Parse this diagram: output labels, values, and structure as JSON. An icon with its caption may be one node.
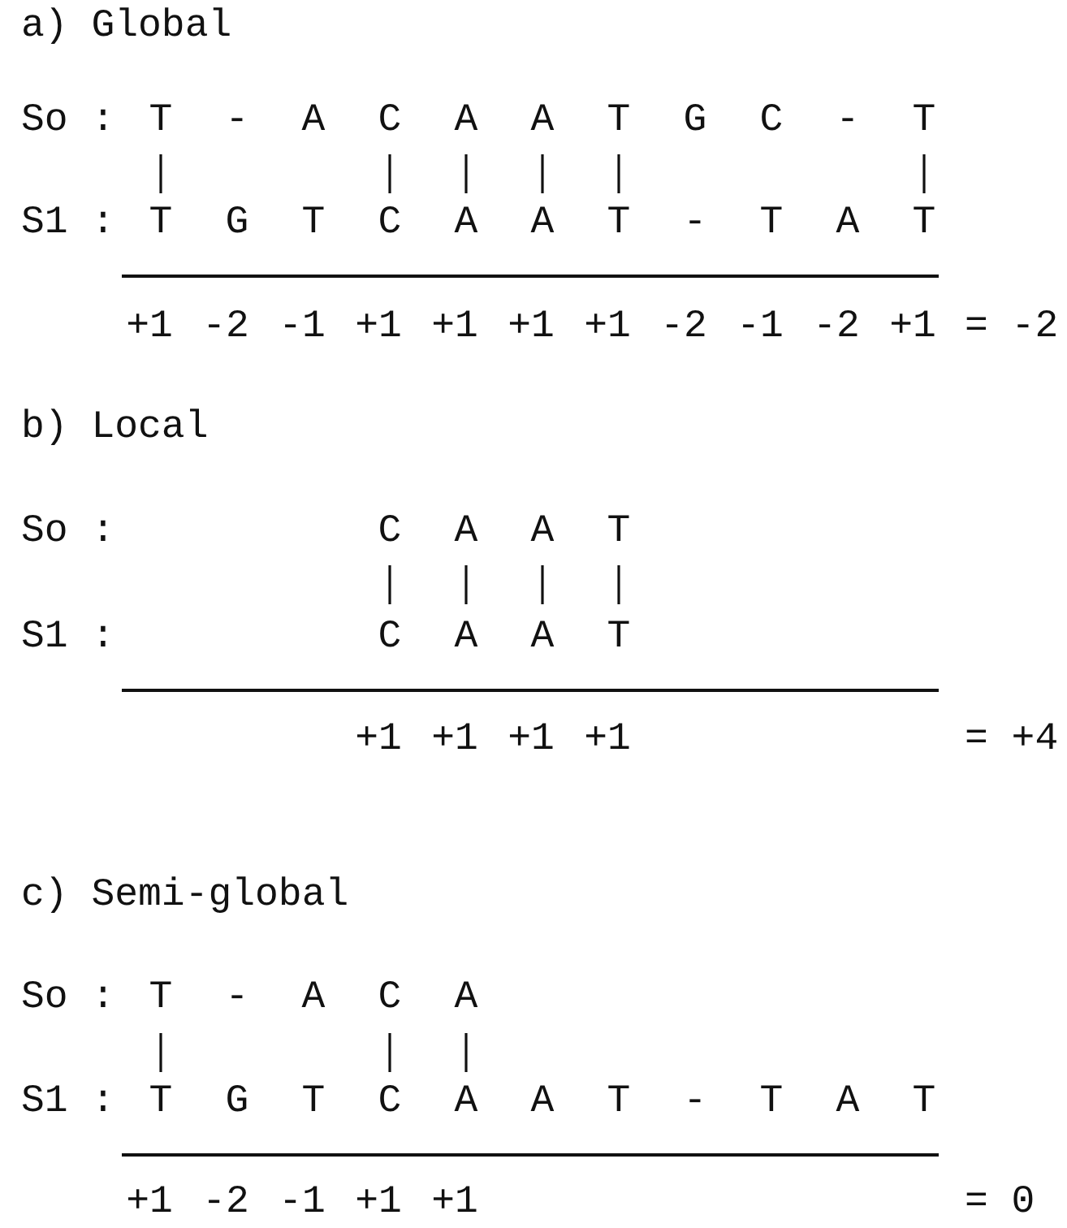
{
  "diagram": {
    "labels": [
      "a) Global",
      "So :",
      "T",
      "-",
      "A",
      "C",
      "A",
      "A",
      "T",
      "G",
      "C",
      "-",
      "T",
      "S1 :",
      "T",
      "G",
      "T",
      "C",
      "A",
      "A",
      "T",
      "-",
      "T",
      "A",
      "T",
      "+1",
      "-2",
      "-1",
      "+1",
      "+1",
      "+1",
      "+1",
      "-2",
      "-1",
      "-2",
      "+1",
      "= -2",
      "b) Local",
      "So :",
      "C",
      "A",
      "A",
      "T",
      "S1 :",
      "C",
      "A",
      "A",
      "T",
      "+1",
      "+1",
      "+1",
      "+1",
      "= +4",
      "c) Semi-global",
      "So :",
      "T",
      "-",
      "A",
      "C",
      "A",
      "S1 :",
      "T",
      "G",
      "T",
      "C",
      "A",
      "A",
      "T",
      "-",
      "T",
      "A",
      "T",
      "+1",
      "-2",
      "-1",
      "+1",
      "+1",
      "= 0"
    ]
  }
}
